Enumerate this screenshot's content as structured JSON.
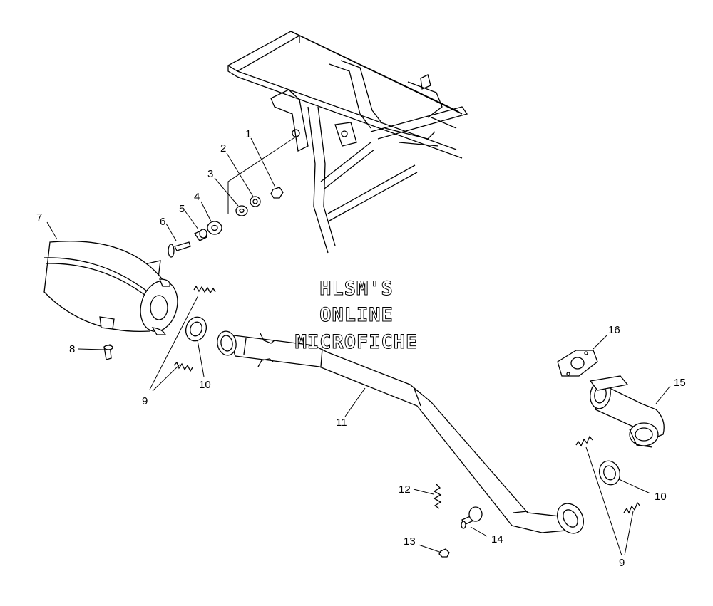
{
  "watermark": [
    "HLSM'S",
    "ONLINE",
    "MICROFICHE"
  ],
  "callouts": {
    "c1": "1",
    "c2": "2",
    "c3": "3",
    "c4": "4",
    "c5": "5",
    "c6": "6",
    "c7": "7",
    "c8": "8",
    "c9a": "9",
    "c9b": "9",
    "c10a": "10",
    "c10b": "10",
    "c11": "11",
    "c12": "12",
    "c13": "13",
    "c14": "14",
    "c15": "15",
    "c16": "16"
  }
}
